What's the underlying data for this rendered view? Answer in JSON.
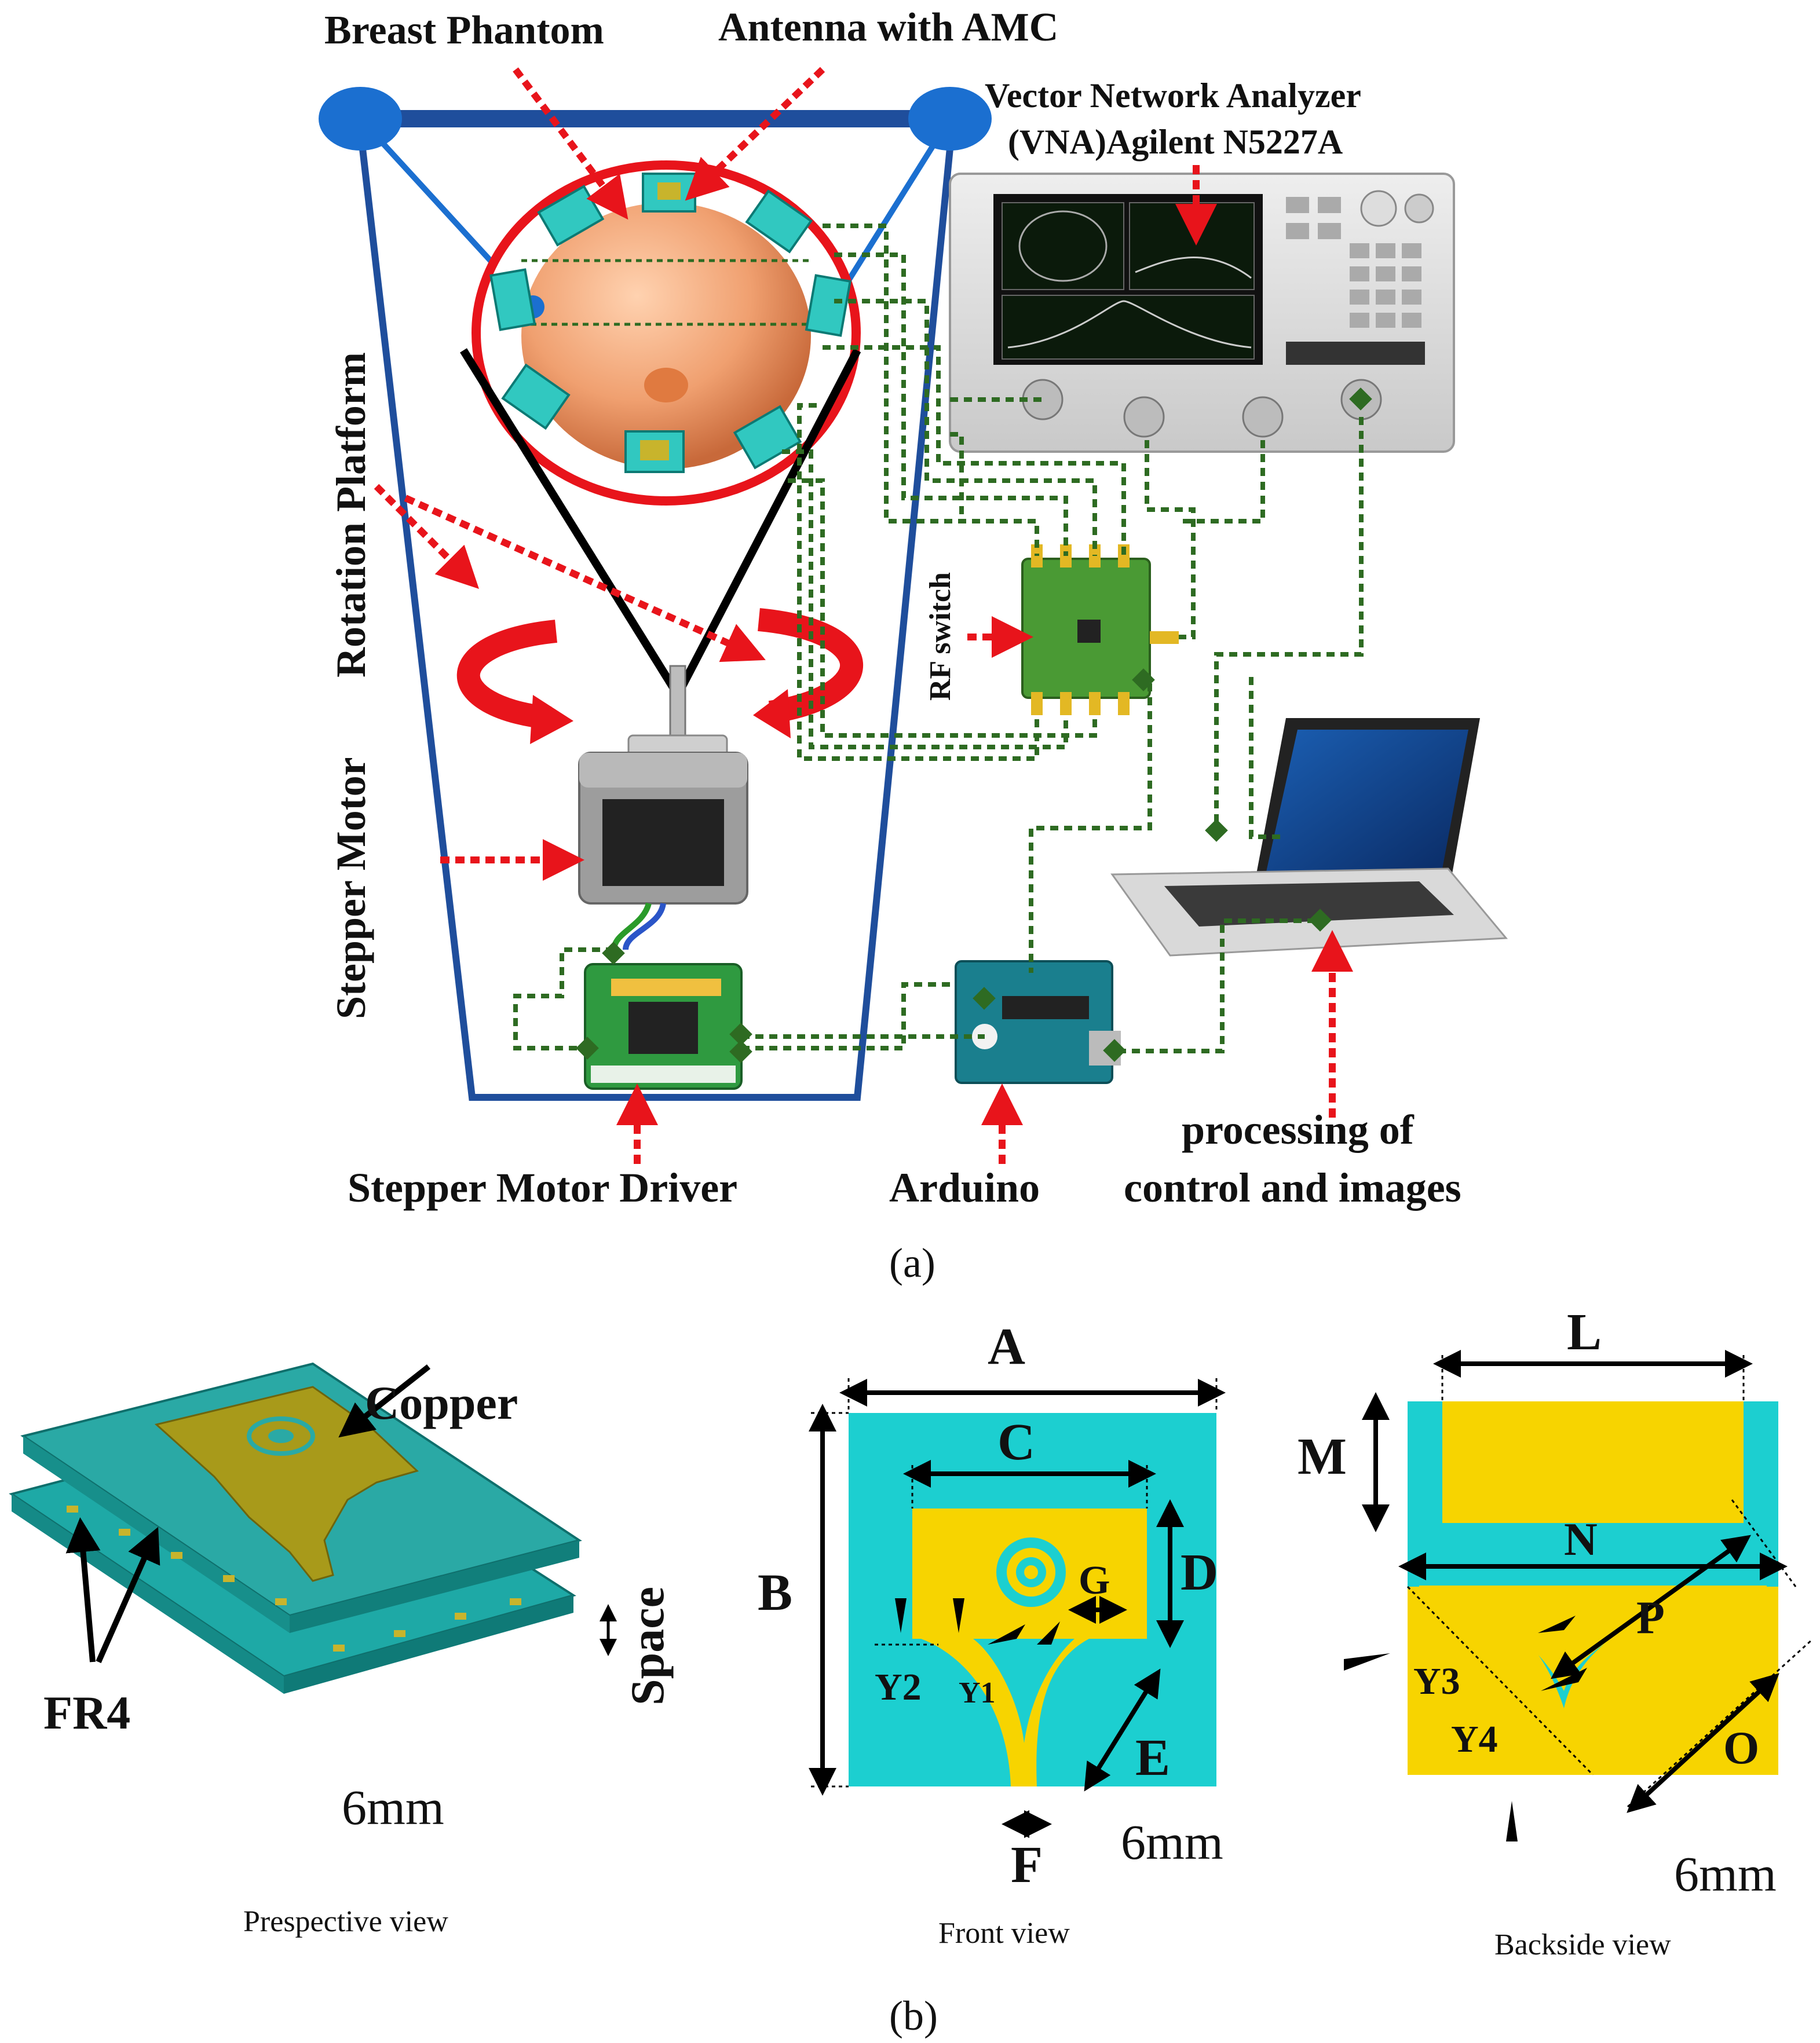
{
  "panel_a": {
    "caption": "(a)",
    "labels": {
      "breast_phantom": "Breast Phantom",
      "antenna_amc": "Antenna with AMC",
      "vna_line1": "Vector Network Analyzer",
      "vna_line2": "(VNA)Agilent N5227A",
      "rotation_platform": "Rotation Platform",
      "stepper_motor": "Stepper Motor",
      "rf_switch": "RF switch",
      "stepper_motor_driver": "Stepper Motor Driver",
      "arduino": "Arduino",
      "processing_line1": "processing of",
      "processing_line2": "control and images"
    },
    "colors": {
      "frame": "#1f4e9c",
      "node": "#1b6fd0",
      "arrow_red": "#e8141b",
      "wire_green": "#2e6b22",
      "phantom": "#f0a070",
      "antenna": "#31c8c0"
    }
  },
  "panel_b": {
    "caption": "(b)",
    "perspective": {
      "copper": "Copper",
      "fr4": "FR4",
      "space": "Space",
      "scale": "6mm",
      "caption": "Prespective view"
    },
    "front": {
      "A": "A",
      "B": "B",
      "C": "C",
      "D": "D",
      "E": "E",
      "F": "F",
      "G": "G",
      "Y1": "Y1",
      "Y2": "Y2",
      "scale": "6mm",
      "caption": "Front view"
    },
    "back": {
      "L": "L",
      "M": "M",
      "N": "N",
      "O": "O",
      "P": "P",
      "Y3": "Y3",
      "Y4": "Y4",
      "scale": "6mm",
      "caption": "Backside view"
    },
    "colors": {
      "substrate": "#1ccfd0",
      "copper": "#f7d400",
      "copper_dark": "#a89a1a",
      "fr4_top": "#2aa9a5"
    }
  }
}
